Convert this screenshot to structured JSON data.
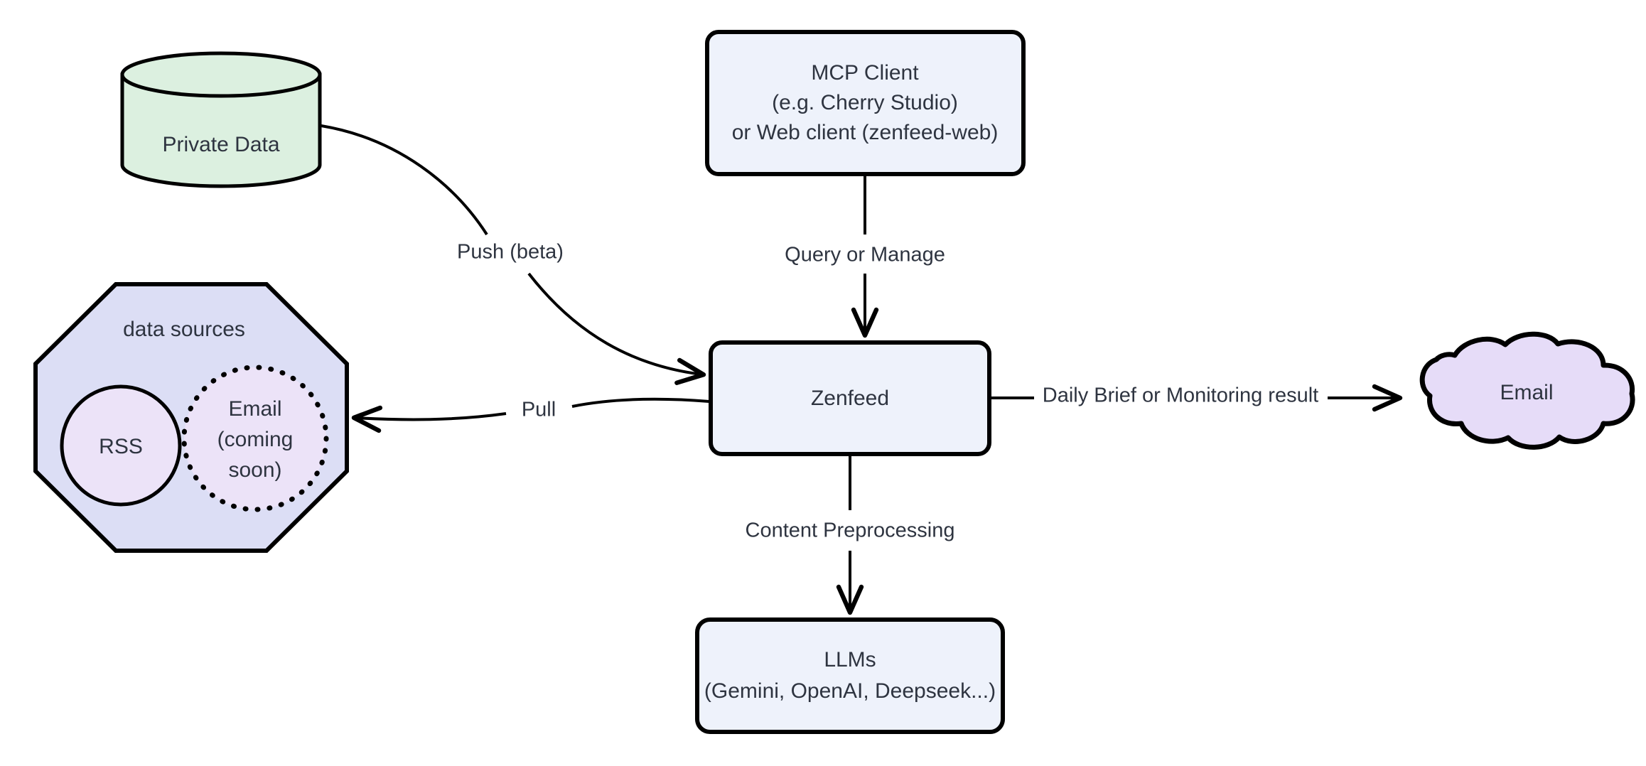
{
  "diagram": {
    "title": "Zenfeed architecture flowchart",
    "background_color": "#ffffff",
    "text_color": "#2e3440",
    "stroke_color": "#000000"
  },
  "nodes": {
    "private_data": {
      "label": "Private Data",
      "shape": "cylinder",
      "fill": "#dcf0e0"
    },
    "data_sources": {
      "label": "data sources",
      "shape": "octagon",
      "fill": "#dcdef5",
      "children": {
        "rss": {
          "label": "RSS",
          "shape": "circle",
          "fill": "#ece3f8",
          "border_style": "solid"
        },
        "email_soon": {
          "line1": "Email",
          "line2": "(coming",
          "line3": "soon)",
          "shape": "circle",
          "fill": "#ece3f8",
          "border_style": "dotted"
        }
      }
    },
    "mcp_client": {
      "line1": "MCP Client",
      "line2": "(e.g. Cherry Studio)",
      "line3": "or Web client (zenfeed-web)",
      "shape": "rounded-rect",
      "fill": "#eef2fb"
    },
    "zenfeed": {
      "label": "Zenfeed",
      "shape": "rounded-rect",
      "fill": "#eef2fb"
    },
    "llms": {
      "line1": "LLMs",
      "line2": "(Gemini, OpenAI, Deepseek...)",
      "shape": "rounded-rect",
      "fill": "#eef2fb"
    },
    "email_cloud": {
      "label": "Email",
      "shape": "cloud",
      "fill": "#e6dcf8"
    }
  },
  "edges": {
    "push": {
      "label": "Push (beta)",
      "from": "private_data",
      "to": "zenfeed"
    },
    "query": {
      "label": "Query or Manage",
      "from": "mcp_client",
      "to": "zenfeed"
    },
    "pull": {
      "label": "Pull",
      "from": "zenfeed",
      "to": "data_sources"
    },
    "brief": {
      "label": "Daily Brief or Monitoring result",
      "from": "zenfeed",
      "to": "email_cloud"
    },
    "preprocess": {
      "label": "Content Preprocessing",
      "from": "zenfeed",
      "to": "llms"
    }
  }
}
